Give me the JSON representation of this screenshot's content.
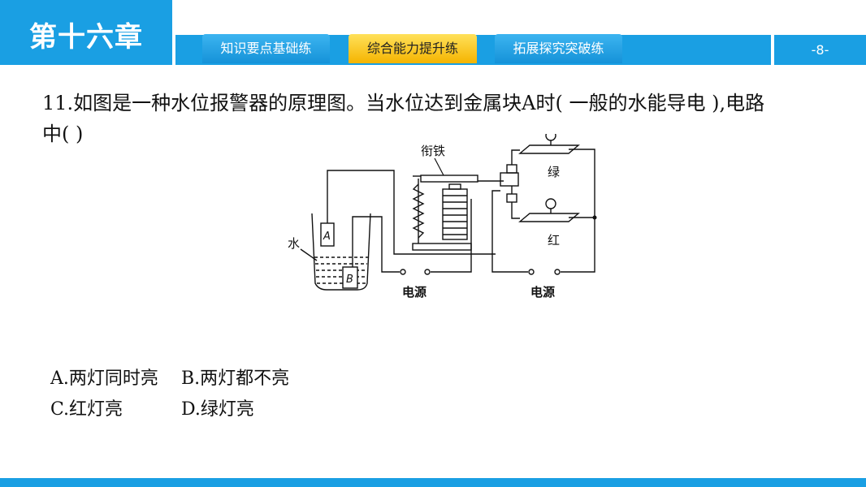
{
  "header": {
    "chapter_title": "第十六章",
    "tabs": [
      {
        "label": "知识要点基础练"
      },
      {
        "label": "综合能力提升练"
      },
      {
        "label": "拓展探究突破练"
      }
    ],
    "page_number": "-8-"
  },
  "question": {
    "text_line1": "11.如图是一种水位报警器的原理图。当水位达到金属块A时(  一般的水能导电  ),电路",
    "text_line2": "中(      )"
  },
  "diagram": {
    "label_armature": "衔铁",
    "label_water": "水",
    "label_A": "A",
    "label_B": "B",
    "label_green": "绿",
    "label_red": "红",
    "label_power1": "电源",
    "label_power2": "电源"
  },
  "options": [
    {
      "label": "A.两灯同时亮"
    },
    {
      "label": "B.两灯都不亮"
    },
    {
      "label": "C.红灯亮"
    },
    {
      "label": "D.绿灯亮"
    }
  ],
  "colors": {
    "accent": "#1a9fe3",
    "active_tab": "#f5b400"
  }
}
